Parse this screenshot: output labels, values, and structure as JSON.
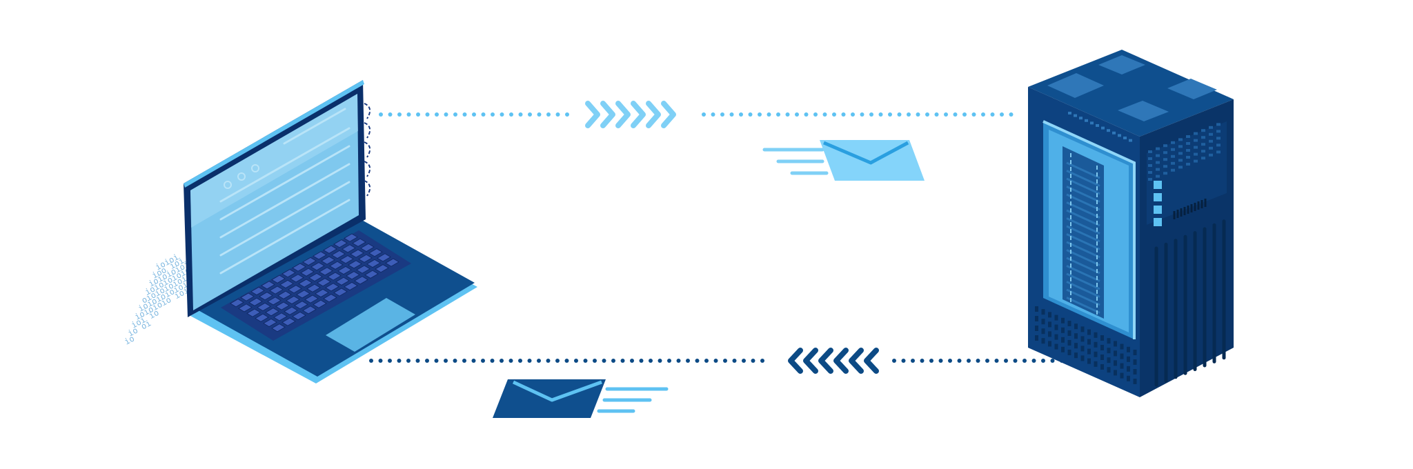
{
  "illustration": {
    "topic": "laptop-to-server data exchange",
    "colors": {
      "light_blue": "#5ec2f2",
      "mid_blue": "#2f8fd0",
      "navy": "#0c4a85",
      "deep_navy": "#0a3468",
      "screen_blue": "#7fc8ee"
    },
    "icons": [
      "laptop-icon",
      "server-rack-icon",
      "envelope-icon",
      "chevrons-right-icon",
      "chevrons-left-icon"
    ],
    "binary_lines": [
      "ioioi",
      "ioo  ioi",
      "ioioioioi",
      "ioioioioioioi",
      "oioioioioio",
      "ioioioioioioi",
      "ioioioio  ioi",
      "ioi   io",
      "io  oi",
      "io"
    ],
    "upper_flow": {
      "direction": "to-server",
      "chevron_count": 6
    },
    "lower_flow": {
      "direction": "to-laptop",
      "chevron_count": 6
    }
  }
}
